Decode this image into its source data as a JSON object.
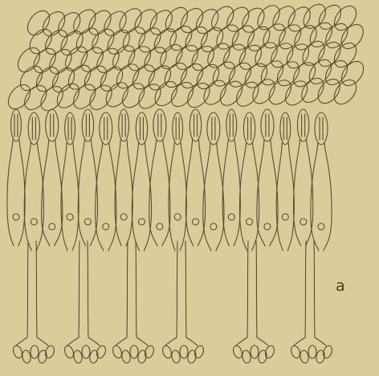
{
  "figure": {
    "label": "a",
    "background_color": "#dccb9b",
    "ink_color": "#5a4c33",
    "cell_count": 18,
    "terminal_groups": 6,
    "segment_rows": 5
  }
}
